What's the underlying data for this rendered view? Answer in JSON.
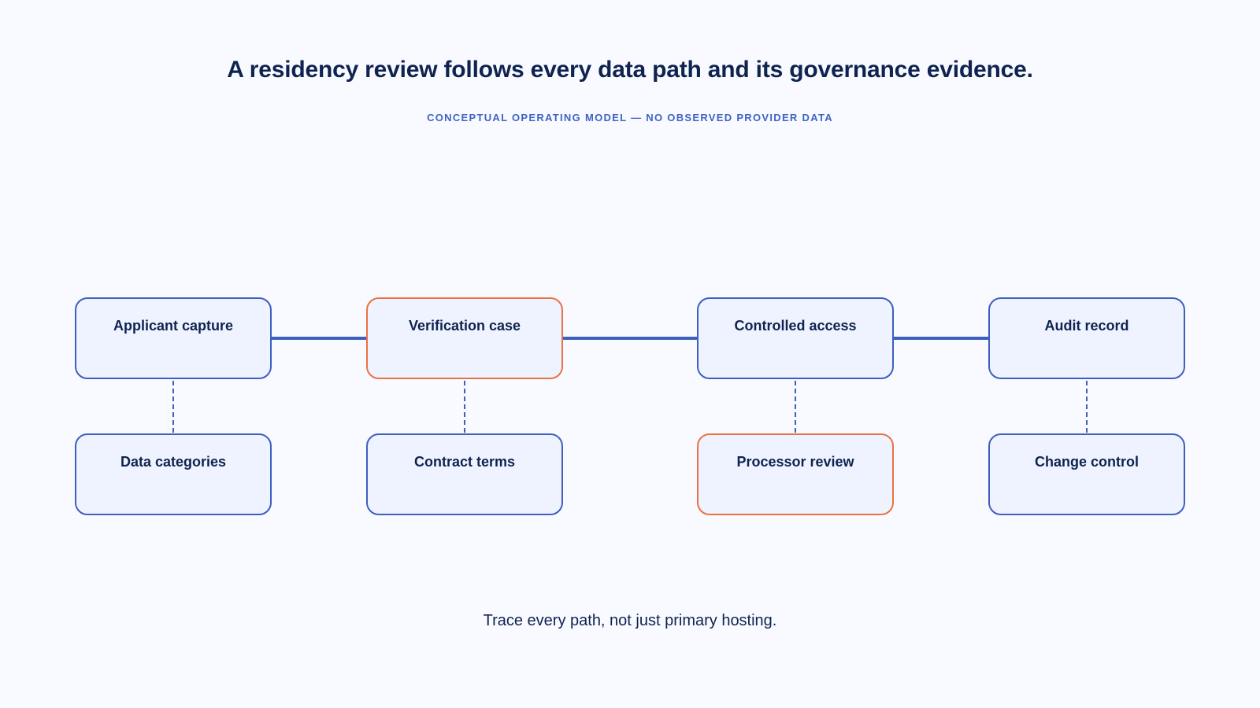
{
  "title": "A residency review follows every data path and its governance evidence.",
  "subtitle": "CONCEPTUAL OPERATING MODEL — NO OBSERVED PROVIDER DATA",
  "colors": {
    "background": "#f8faff",
    "primary_stroke": "#3e5fbf",
    "accent_stroke": "#ec7142",
    "node_fill": "#eef3ff",
    "text": "#0f2350"
  },
  "primary_flow": [
    {
      "label": "Applicant capture",
      "highlighted": false
    },
    {
      "label": "Verification case",
      "highlighted": true
    },
    {
      "label": "Controlled access",
      "highlighted": false
    },
    {
      "label": "Audit record",
      "highlighted": false
    }
  ],
  "evidence_nodes": [
    {
      "label": "Data categories",
      "highlighted": false
    },
    {
      "label": "Contract terms",
      "highlighted": false
    },
    {
      "label": "Processor review",
      "highlighted": true
    },
    {
      "label": "Change control",
      "highlighted": false
    }
  ],
  "footer": "Trace every path, not just primary hosting."
}
